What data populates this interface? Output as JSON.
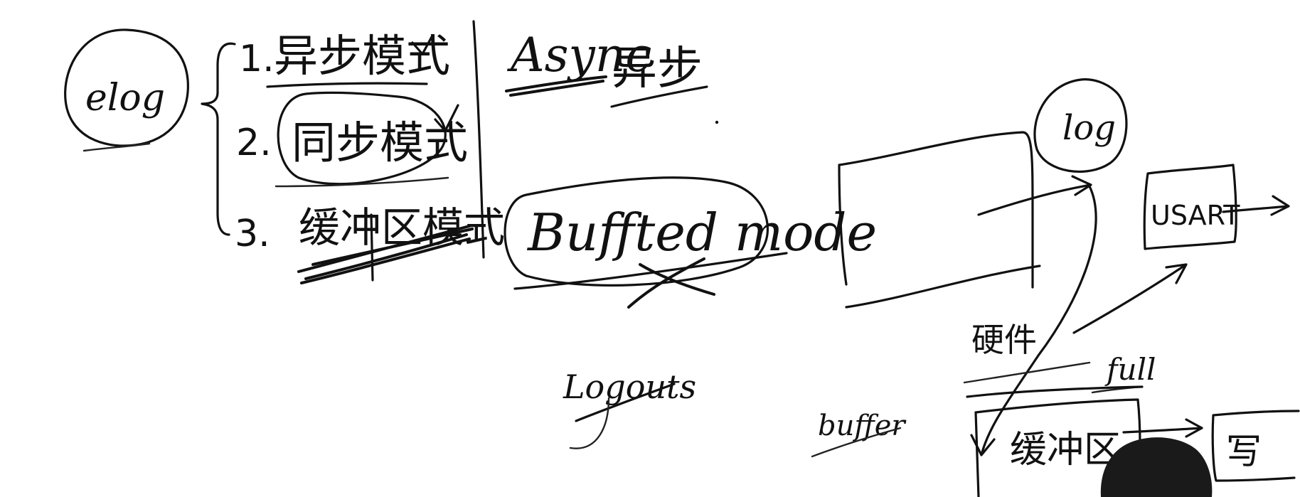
{
  "whiteboard": {
    "elog": "elog",
    "list": {
      "n1": "1.",
      "item1": "异步模式",
      "n2": "2.",
      "item2": "同步模式",
      "n3": "3.",
      "item3": "缓冲区模式"
    },
    "async_label": "Async",
    "async_cn": "异步",
    "buffered_mode": "Buffted mode",
    "logouts": "Logouts",
    "log": "log",
    "usart": "USART",
    "hardware": "硬件",
    "full": "full",
    "buffer_area": "缓冲区",
    "write": "写",
    "buffer_en": "buffer"
  }
}
